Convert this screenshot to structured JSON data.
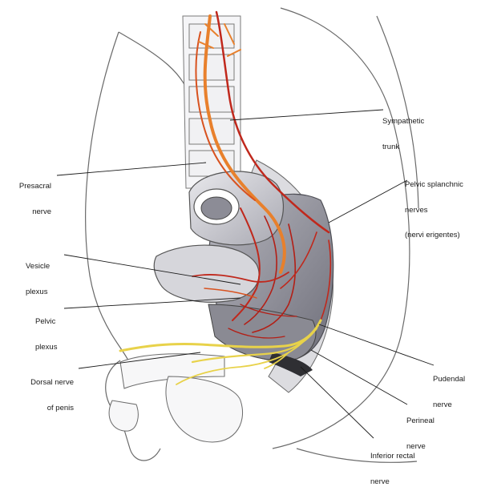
{
  "colors": {
    "background": "#ffffff",
    "nerve_red": "#c0281c",
    "nerve_orange": "#e8802c",
    "nerve_yellow": "#e8d24a",
    "tissue_gray": "#9a9aa4",
    "outline": "#5a5a5a",
    "leader_line": "#1a1a1a"
  },
  "labels": {
    "sympathetic": {
      "line1": "Sympathetic",
      "line2": "trunk"
    },
    "presacral": {
      "line1": "Presacral",
      "line2": "nerve"
    },
    "splanchnic": {
      "line1": "Pelvic splanchnic",
      "line2": "nerves",
      "line3": "(nervi erigentes)"
    },
    "vesicle": {
      "line1": "Vesicle",
      "line2": "plexus"
    },
    "pelvic": {
      "line1": "Pelvic",
      "line2": "plexus"
    },
    "dorsal": {
      "line1": "Dorsal nerve",
      "line2": "of penis"
    },
    "pudendal": {
      "line1": "Pudendal",
      "line2": "nerve"
    },
    "perineal": {
      "line1": "Perineal",
      "line2": "nerve"
    },
    "inferior_rectal": {
      "line1": "Inferior rectal",
      "line2": "nerve"
    }
  }
}
